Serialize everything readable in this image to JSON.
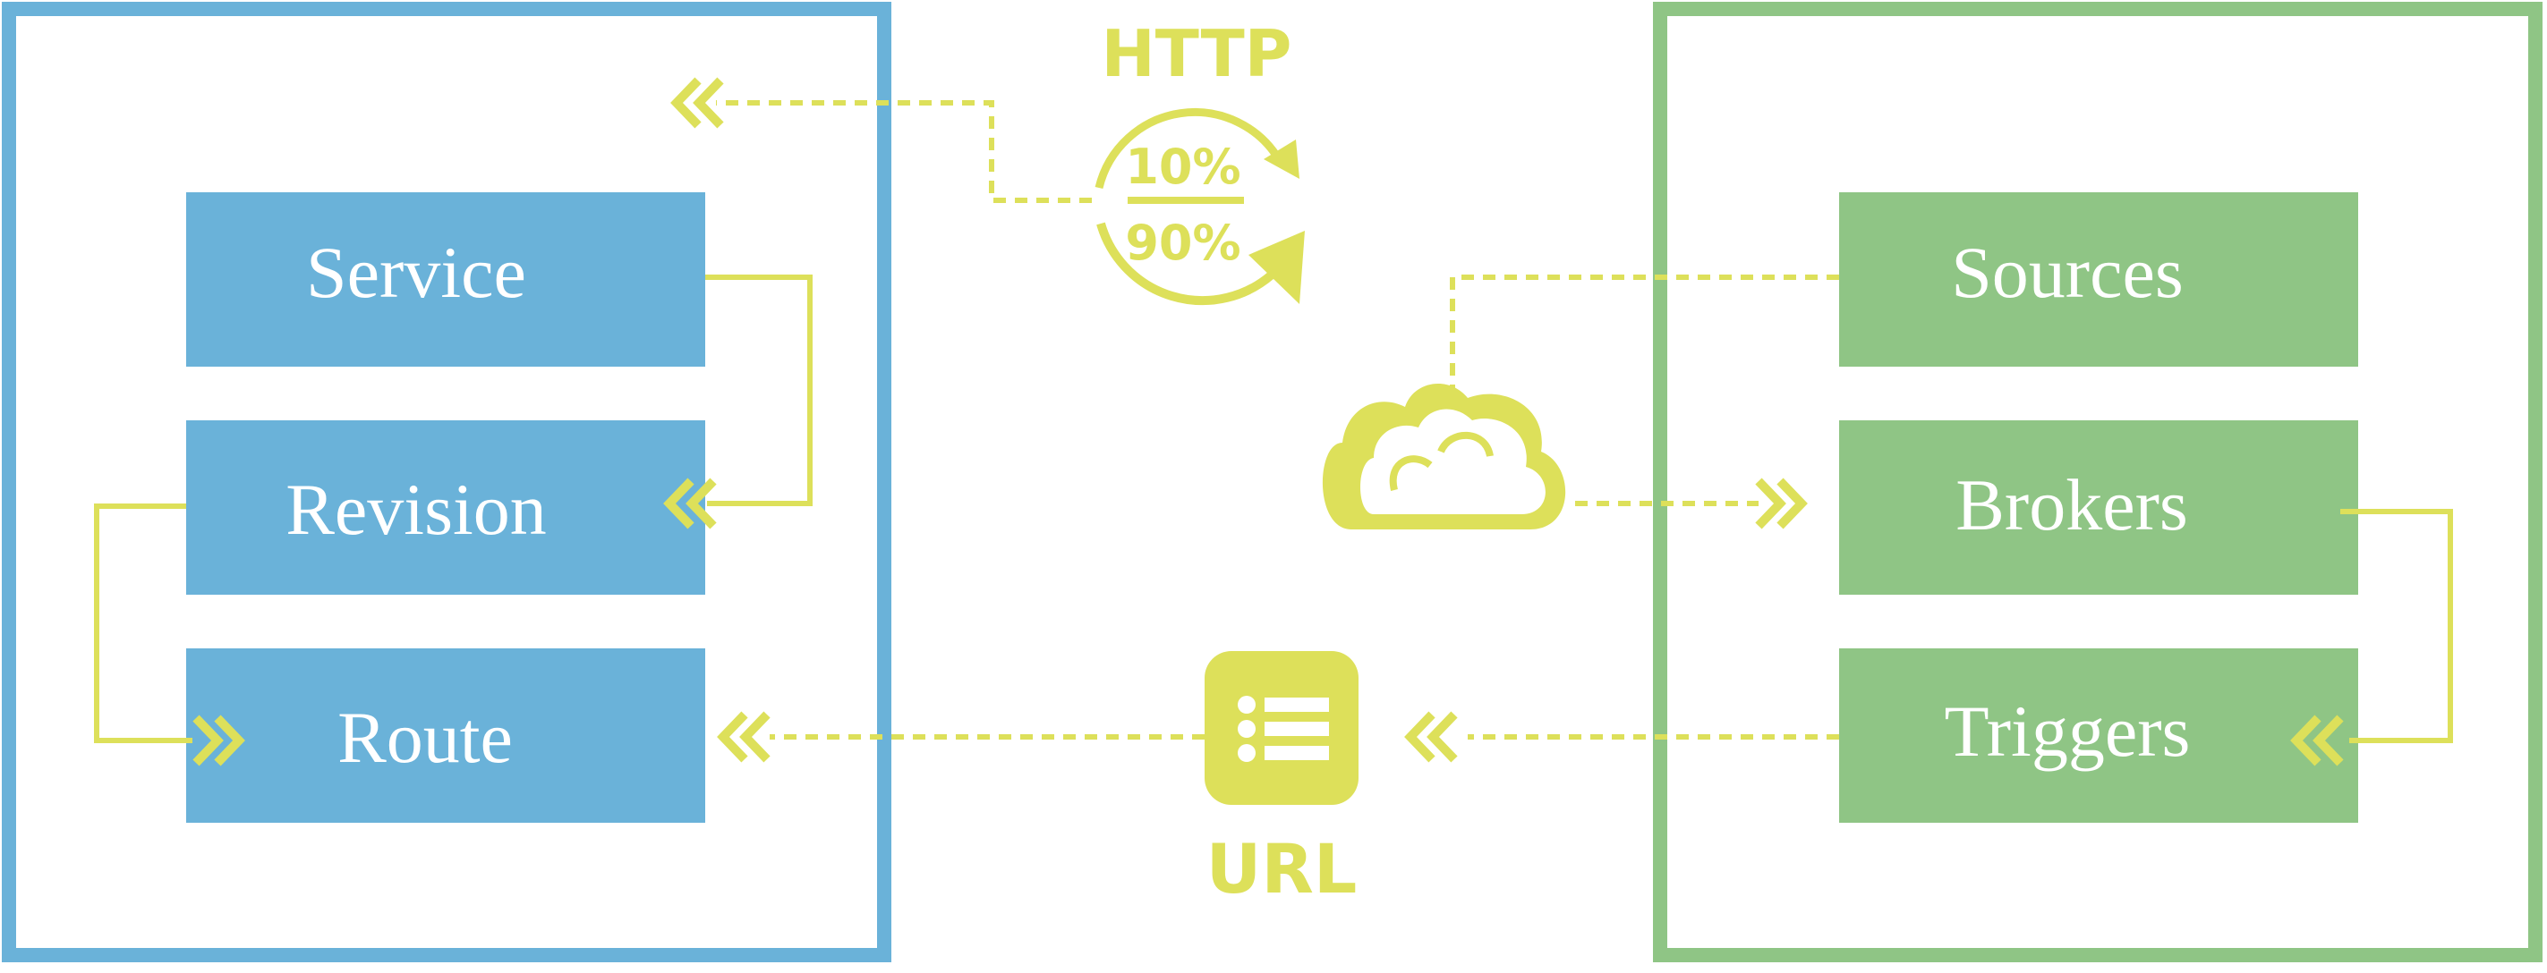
{
  "colors": {
    "blue": "#6ab2d9",
    "green": "#8fc585",
    "accent": "#dde05a",
    "background": "#ffffff"
  },
  "serving": {
    "boxes": [
      "Service",
      "Revision",
      "Route"
    ]
  },
  "eventing": {
    "boxes": [
      "Sources",
      "Brokers",
      "Triggers"
    ]
  },
  "http": {
    "label": "HTTP",
    "split_top": "10%",
    "split_bottom": "90%"
  },
  "url": {
    "label": "URL"
  },
  "icons": [
    "cloud-icon",
    "traffic-split-icon",
    "url-list-icon",
    "double-chevron-arrow-icon"
  ]
}
